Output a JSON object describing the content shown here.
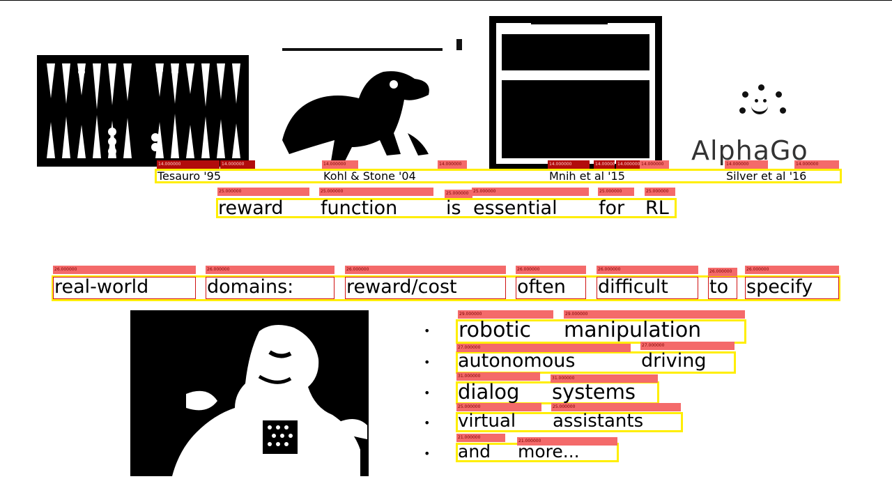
{
  "images": {
    "backgammon": "backgammon-board-image",
    "dog": "aibo-robot-dog-image",
    "atari": "atari-screen-image",
    "alphago": {
      "logo_text": "AlphaGo"
    },
    "child": "child-with-toys-image"
  },
  "citations": {
    "tesauro": "Tesauro '95",
    "kohl": "Kohl & Stone '04",
    "mnih": "Mnih et al '15",
    "silver": "Silver et al '16"
  },
  "headline": {
    "words": [
      "reward",
      "function",
      "is",
      "essential",
      "for",
      "RL"
    ],
    "scores": [
      "25.000000",
      "25.000000",
      "25.000000",
      "25.000000",
      "25.000000",
      "25.000000"
    ]
  },
  "subheadline": {
    "words": [
      "real-world",
      "domains:",
      "reward/cost",
      "often",
      "difficult",
      "to",
      "specify"
    ],
    "scores": [
      "26.000000",
      "26.000000",
      "26.000000",
      "26.000000",
      "26.000000",
      "26.000000",
      "26.000000"
    ]
  },
  "bullets": [
    {
      "words": [
        "robotic",
        "manipulation"
      ],
      "scores": [
        "29.000000",
        "29.000000"
      ]
    },
    {
      "words": [
        "autonomous",
        "driving"
      ],
      "scores": [
        "27.000000",
        "27.000000"
      ]
    },
    {
      "words": [
        "dialog",
        "systems"
      ],
      "scores": [
        "31.000000",
        "31.000000"
      ]
    },
    {
      "words": [
        "virtual",
        "assistants"
      ],
      "scores": [
        "25.000000",
        "25.000000"
      ]
    },
    {
      "words": [
        "and",
        "more..."
      ],
      "scores": [
        "21.000000",
        "21.000000"
      ]
    }
  ],
  "citation_scores": [
    "14.000000",
    "14.000000",
    "14.000000",
    "14.000000",
    "14.000000",
    "14.000000",
    "14.000000",
    "14.000000",
    "14.000000",
    "14.000000"
  ],
  "colors": {
    "highlight": "#ffee00",
    "score_tag": "#f46a6a",
    "score_tag_dark": "#b20c0c"
  }
}
